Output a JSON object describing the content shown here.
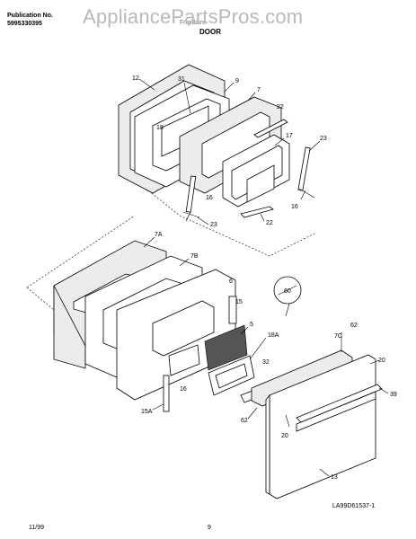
{
  "header": {
    "publication_label": "Publication No.",
    "publication_number": "5995330395",
    "brand": "Frigidaire",
    "section_title": "DOOR",
    "watermark": "AppliancePartsPros.com"
  },
  "footer": {
    "date": "11/99",
    "page": "9",
    "diagram_code": "LA99D61537-1"
  },
  "callouts": {
    "c12": "12",
    "c31": "31",
    "c9": "9",
    "c7": "7",
    "c22a": "22",
    "c18": "18",
    "c17": "17",
    "c23a": "23",
    "c16a": "16",
    "c16b": "16",
    "c23b": "23",
    "c22b": "22",
    "c7a": "7A",
    "c7b": "7B",
    "c6": "6",
    "c60": "60",
    "c15": "15",
    "c5": "5",
    "c18a": "18A",
    "c62a": "62",
    "c7c": "7C",
    "c32": "32",
    "c20a": "20",
    "c39": "39",
    "c16c": "16",
    "c15a": "15A",
    "c62b": "62",
    "c20b": "20",
    "c13": "13"
  }
}
